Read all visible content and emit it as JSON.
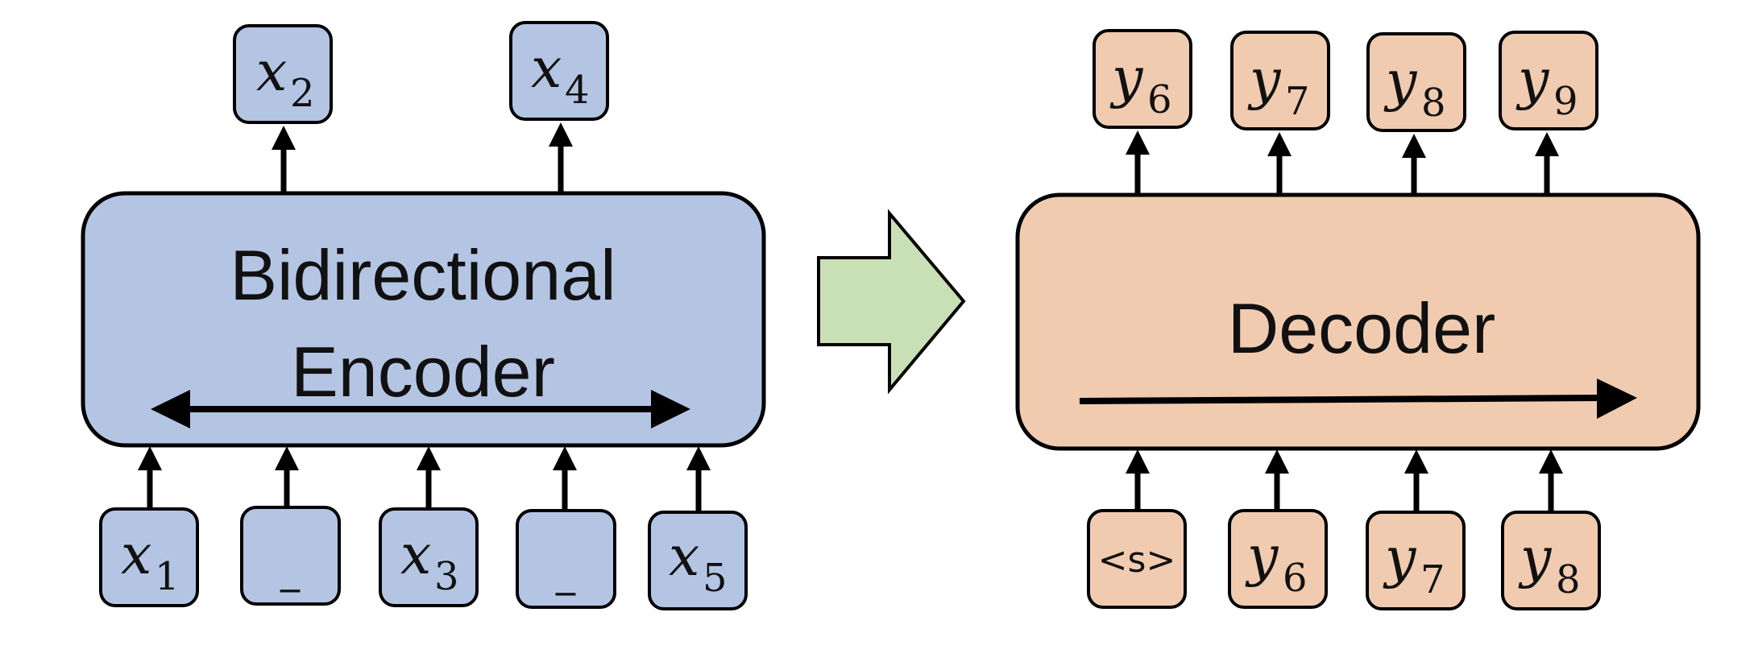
{
  "colors": {
    "encoder_fill": "#b4c5e4",
    "decoder_fill": "#f1cbb0",
    "transfer_arrow_fill": "#c9dfb5",
    "stroke": "#000000"
  },
  "encoder": {
    "label_line1": "Bidirectional",
    "label_line2": "Encoder",
    "arrow": "bidirectional",
    "outputs": [
      {
        "base": "x",
        "sub": "2"
      },
      {
        "base": "x",
        "sub": "4"
      }
    ],
    "inputs": [
      {
        "base": "x",
        "sub": "1"
      },
      {
        "text": "_"
      },
      {
        "base": "x",
        "sub": "3"
      },
      {
        "text": "_"
      },
      {
        "base": "x",
        "sub": "5"
      }
    ]
  },
  "transfer_arrow": {
    "icon": "right-block-arrow-icon"
  },
  "decoder": {
    "label": "Decoder",
    "arrow": "left-to-right",
    "outputs": [
      {
        "base": "y",
        "sub": "6"
      },
      {
        "base": "y",
        "sub": "7"
      },
      {
        "base": "y",
        "sub": "8"
      },
      {
        "base": "y",
        "sub": "9"
      }
    ],
    "inputs": [
      {
        "text": "<s>"
      },
      {
        "base": "y",
        "sub": "6"
      },
      {
        "base": "y",
        "sub": "7"
      },
      {
        "base": "y",
        "sub": "8"
      }
    ]
  }
}
